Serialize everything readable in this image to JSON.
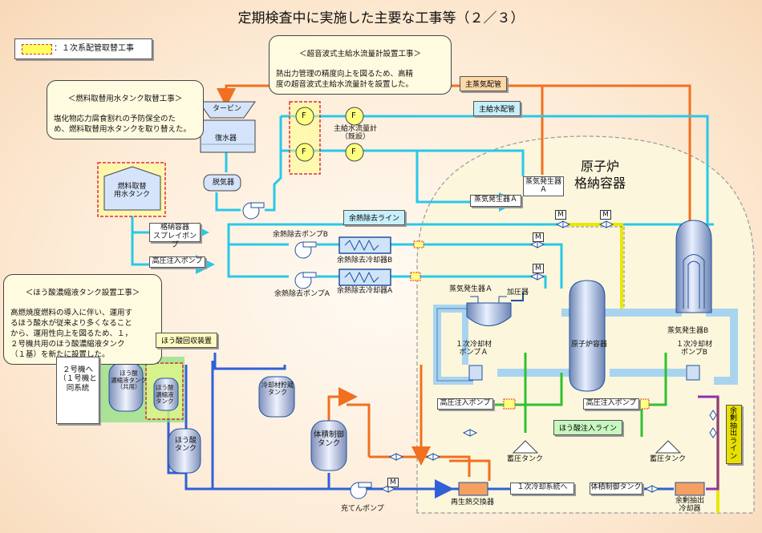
{
  "title": "定期検査中に実施した主要な工事等（２／３）",
  "legend": {
    "label": "：１次系配管取替工事"
  },
  "callouts": {
    "ultrasonic": {
      "title": "＜超音波式主給水流量計設置工事＞",
      "body": "熱出力管理の精度向上を図るため、高精\n度の超音波式主給水流量計を設置した。"
    },
    "fuel_tank": {
      "title": "＜燃料取替用水タンク取替工事＞",
      "body": "塩化物応力腐食割れの予防保全のた\nめ、燃料取替用水タンクを取り替えた。"
    },
    "boric_tank": {
      "title": "＜ほう酸濃縮液タンク設置工事＞",
      "body": "高燃焼度燃料の導入に伴い、運用す\nるほう酸水が従来より多くなること\nから、運用性向上を図るため、１，\n２号機共用のほう酸濃縮液タンク\n（１基）を新たに設置した。"
    }
  },
  "labels": {
    "main_steam": "主蒸気配管",
    "main_feed": "主給水配管",
    "turbine": "タービン",
    "condenser": "復水器",
    "deaerator": "脱気器",
    "flow_meter": "主給水流量計\n（既設）",
    "f": "F",
    "sg_a_top": "蒸気発生器\nＡ",
    "sg_a_line": "蒸気発生器Ａ",
    "containment": "原子炉\n格納容器",
    "fuel_tank": "燃料取替\n用水タンク",
    "spray_pump": "格納容器\nスプレイポンプ",
    "hp_pump_left": "高圧注入ポンプ",
    "rhr_line": "余熱除去ライン",
    "rhr_pump_b": "余熱除去ポンプB",
    "rhr_pump_a": "余熱除去ポンプA",
    "rhr_hx_b": "余熱除去冷却器B",
    "rhr_hx_a": "余熱除去冷却器A",
    "sg_a": "蒸気発生器Ａ",
    "pressurizer": "加圧器",
    "sg_b": "蒸気発生器B",
    "rcp_a": "１次冷却材\nポンプＡ",
    "reactor_vessel": "原子炉容器",
    "rcp_b": "１次冷却材\nポンプB",
    "boric_recovery": "ほう酸回収装置",
    "unit2": "２号機へ\n（１号機と\n同系統",
    "conc_tank_shared": "ほう酸\n濃縮液タンク\n（共用）",
    "conc_tank": "ほう酸\n濃縮液\nタンク",
    "boric_tank": "ほう酸\nタンク",
    "coolant_storage": "冷却材貯蔵\nタンク",
    "vct": "体積制御\nタンク",
    "hp_pump_a": "高圧注入ポンプ",
    "hp_pump_b": "高圧注入ポンプ",
    "boric_line": "ほう酸注入ライン",
    "accum_a": "蓄圧タンク",
    "accum_b": "蓄圧タンク",
    "charging_pump": "充てんポンプ",
    "regen_hx": "再生熱交換器",
    "to_primary": "１次冷却系統へ",
    "vct2": "体積制御タンク",
    "letdown_line": "余剰抽出ライン",
    "letdown_cooler": "余剰抽出\n冷却器",
    "m": "M"
  }
}
